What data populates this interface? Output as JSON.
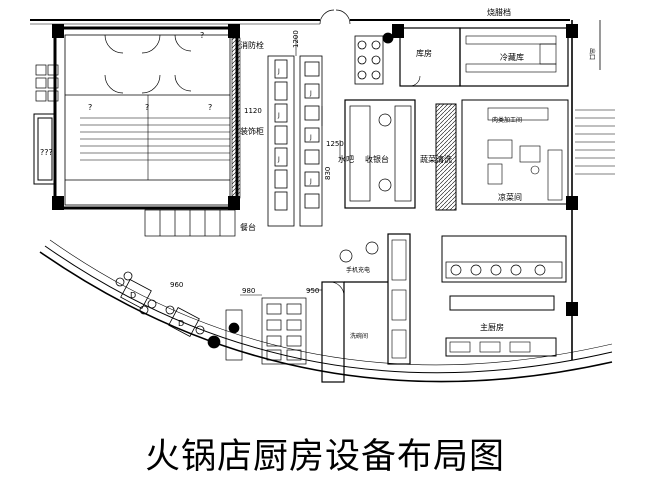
{
  "caption": "火锅店厨房设备布局图",
  "rooms": {
    "roast_stall": "烧腊档",
    "warehouse": "库房",
    "cold_storage": "冷藏库",
    "meat_processing": "肉类加工间",
    "veg_washing": "蔬菜清洗",
    "cashier": "收银台",
    "water_bar": "水吧",
    "cold_dish": "凉菜间",
    "dishwashing": "洗碗间",
    "main_kitchen": "主厨房",
    "phone_charging": "手机充电",
    "fire_hydrant": "消防栓",
    "decor_cabinet": "装饰柜",
    "dining_counter": "餐台"
  },
  "dims": {
    "d1200": "1200",
    "d1120": "1120",
    "d1250": "1250",
    "d830": "830",
    "d980": "980",
    "d950": "950",
    "d960": "960"
  },
  "marks": {
    "unknown": "?",
    "unknown3": "???",
    "table_d": "D",
    "fridge": "J",
    "exit": "出口"
  }
}
